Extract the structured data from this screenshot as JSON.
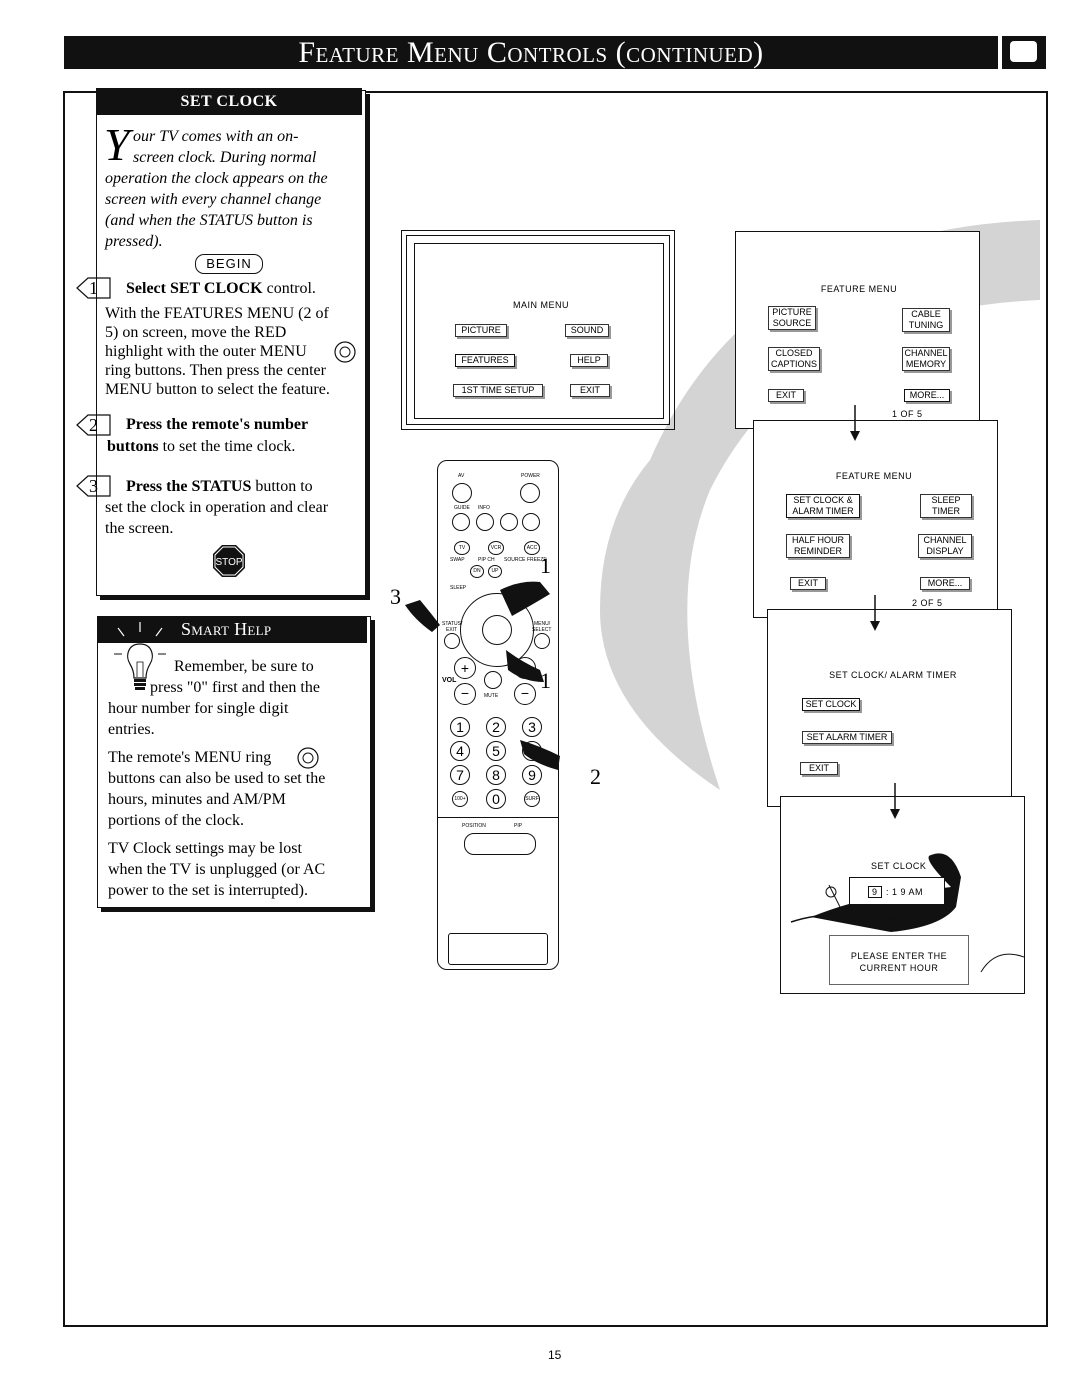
{
  "header": {
    "title": "Feature Menu Controls (continued)"
  },
  "setclock": {
    "title": "SET CLOCK",
    "intro_drop": "Y",
    "intro_lines": [
      "our TV comes with an on-",
      "screen clock. During normal",
      "operation the clock appears on the",
      "screen with every channel change",
      "(and when the STATUS button is",
      "pressed)."
    ],
    "begin": "BEGIN",
    "step1": {
      "num": "1",
      "heading": "Select SET CLOCK",
      "heading_rest": " control.",
      "lines": [
        "With the FEATURES MENU (2 of",
        "5) on screen, move the RED",
        "highlight with the outer MENU",
        "ring buttons. Then press the center",
        "MENU button to select the feature."
      ]
    },
    "step2": {
      "num": "2",
      "heading": "Press the remote's number",
      "line2_bold": "buttons",
      "line2_rest": " to set the time clock."
    },
    "step3": {
      "num": "3",
      "heading": "Press the STATUS",
      "heading_rest": " button to",
      "lines": [
        "set the clock in operation and clear",
        "the screen."
      ]
    },
    "stop": "STOP"
  },
  "smarthelp": {
    "title": "Smart Help",
    "p1_lines": [
      "Remember, be sure to",
      "press \"0\" first and then the",
      "hour number for single digit",
      "entries."
    ],
    "p2_lines": [
      "The remote's MENU ring",
      "buttons can also be used to set the",
      "hours, minutes and AM/PM",
      "portions of the clock."
    ],
    "p3_lines": [
      "TV Clock settings may be lost",
      "when the TV is unplugged (or AC",
      "power to the set is interrupted)."
    ]
  },
  "main_menu": {
    "title": "MAIN MENU",
    "items": {
      "picture": "PICTURE",
      "sound": "SOUND",
      "features": "FEATURES",
      "help": "HELP",
      "setup": "1ST TIME SETUP",
      "exit": "EXIT"
    }
  },
  "feature_menu1": {
    "title": "FEATURE MENU",
    "items": {
      "picsrc1": "PICTURE",
      "picsrc2": "SOURCE",
      "cable1": "CABLE",
      "cable2": "TUNING",
      "cc1": "CLOSED",
      "cc2": "CAPTIONS",
      "chm1": "CHANNEL",
      "chm2": "MEMORY",
      "exit": "EXIT",
      "more": "MORE..."
    },
    "page": "1 OF 5"
  },
  "feature_menu2": {
    "title": "FEATURE MENU",
    "items": {
      "sc1": "SET CLOCK &",
      "sc2": "ALARM TIMER",
      "sl1": "SLEEP",
      "sl2": "TIMER",
      "hh1": "HALF HOUR",
      "hh2": "REMINDER",
      "cd1": "CHANNEL",
      "cd2": "DISPLAY",
      "exit": "EXIT",
      "more": "MORE..."
    },
    "page": "2 OF 5"
  },
  "alarm_menu": {
    "title": "SET CLOCK/ ALARM TIMER",
    "items": {
      "setclock": "SET CLOCK",
      "setalarm": "SET ALARM TIMER",
      "exit": "EXIT"
    }
  },
  "clock_screen": {
    "title": "SET CLOCK",
    "hour": "9",
    "time_rest": ": 1 9  AM",
    "prompt1": "PLEASE ENTER THE",
    "prompt2": "CURRENT HOUR"
  },
  "remote": {
    "labels": {
      "av": "AV",
      "power": "POWER",
      "guide": "GUIDE",
      "info": "INFO",
      "tv": "TV",
      "vcr": "VCR",
      "acc": "ACC",
      "swap": "SWAP",
      "pipch": "PIP CH",
      "source": "SOURCE",
      "freeze": "FREEZE",
      "dn": "DN",
      "up": "UP",
      "sleep": "SLEEP",
      "status": "STATUS/",
      "exit": "EXIT",
      "menu": "MENU/",
      "select": "SELECT",
      "vol": "VOL",
      "mute": "MUTE",
      "position": "POSITION",
      "pip": "PIP"
    },
    "numbers": [
      "1",
      "2",
      "3",
      "4",
      "5",
      "6",
      "7",
      "8",
      "9",
      "100+",
      "0",
      "SURF"
    ]
  },
  "callouts": {
    "c1a": "1",
    "c1b": "1",
    "c2": "2",
    "c3": "3"
  },
  "page_number": "15"
}
